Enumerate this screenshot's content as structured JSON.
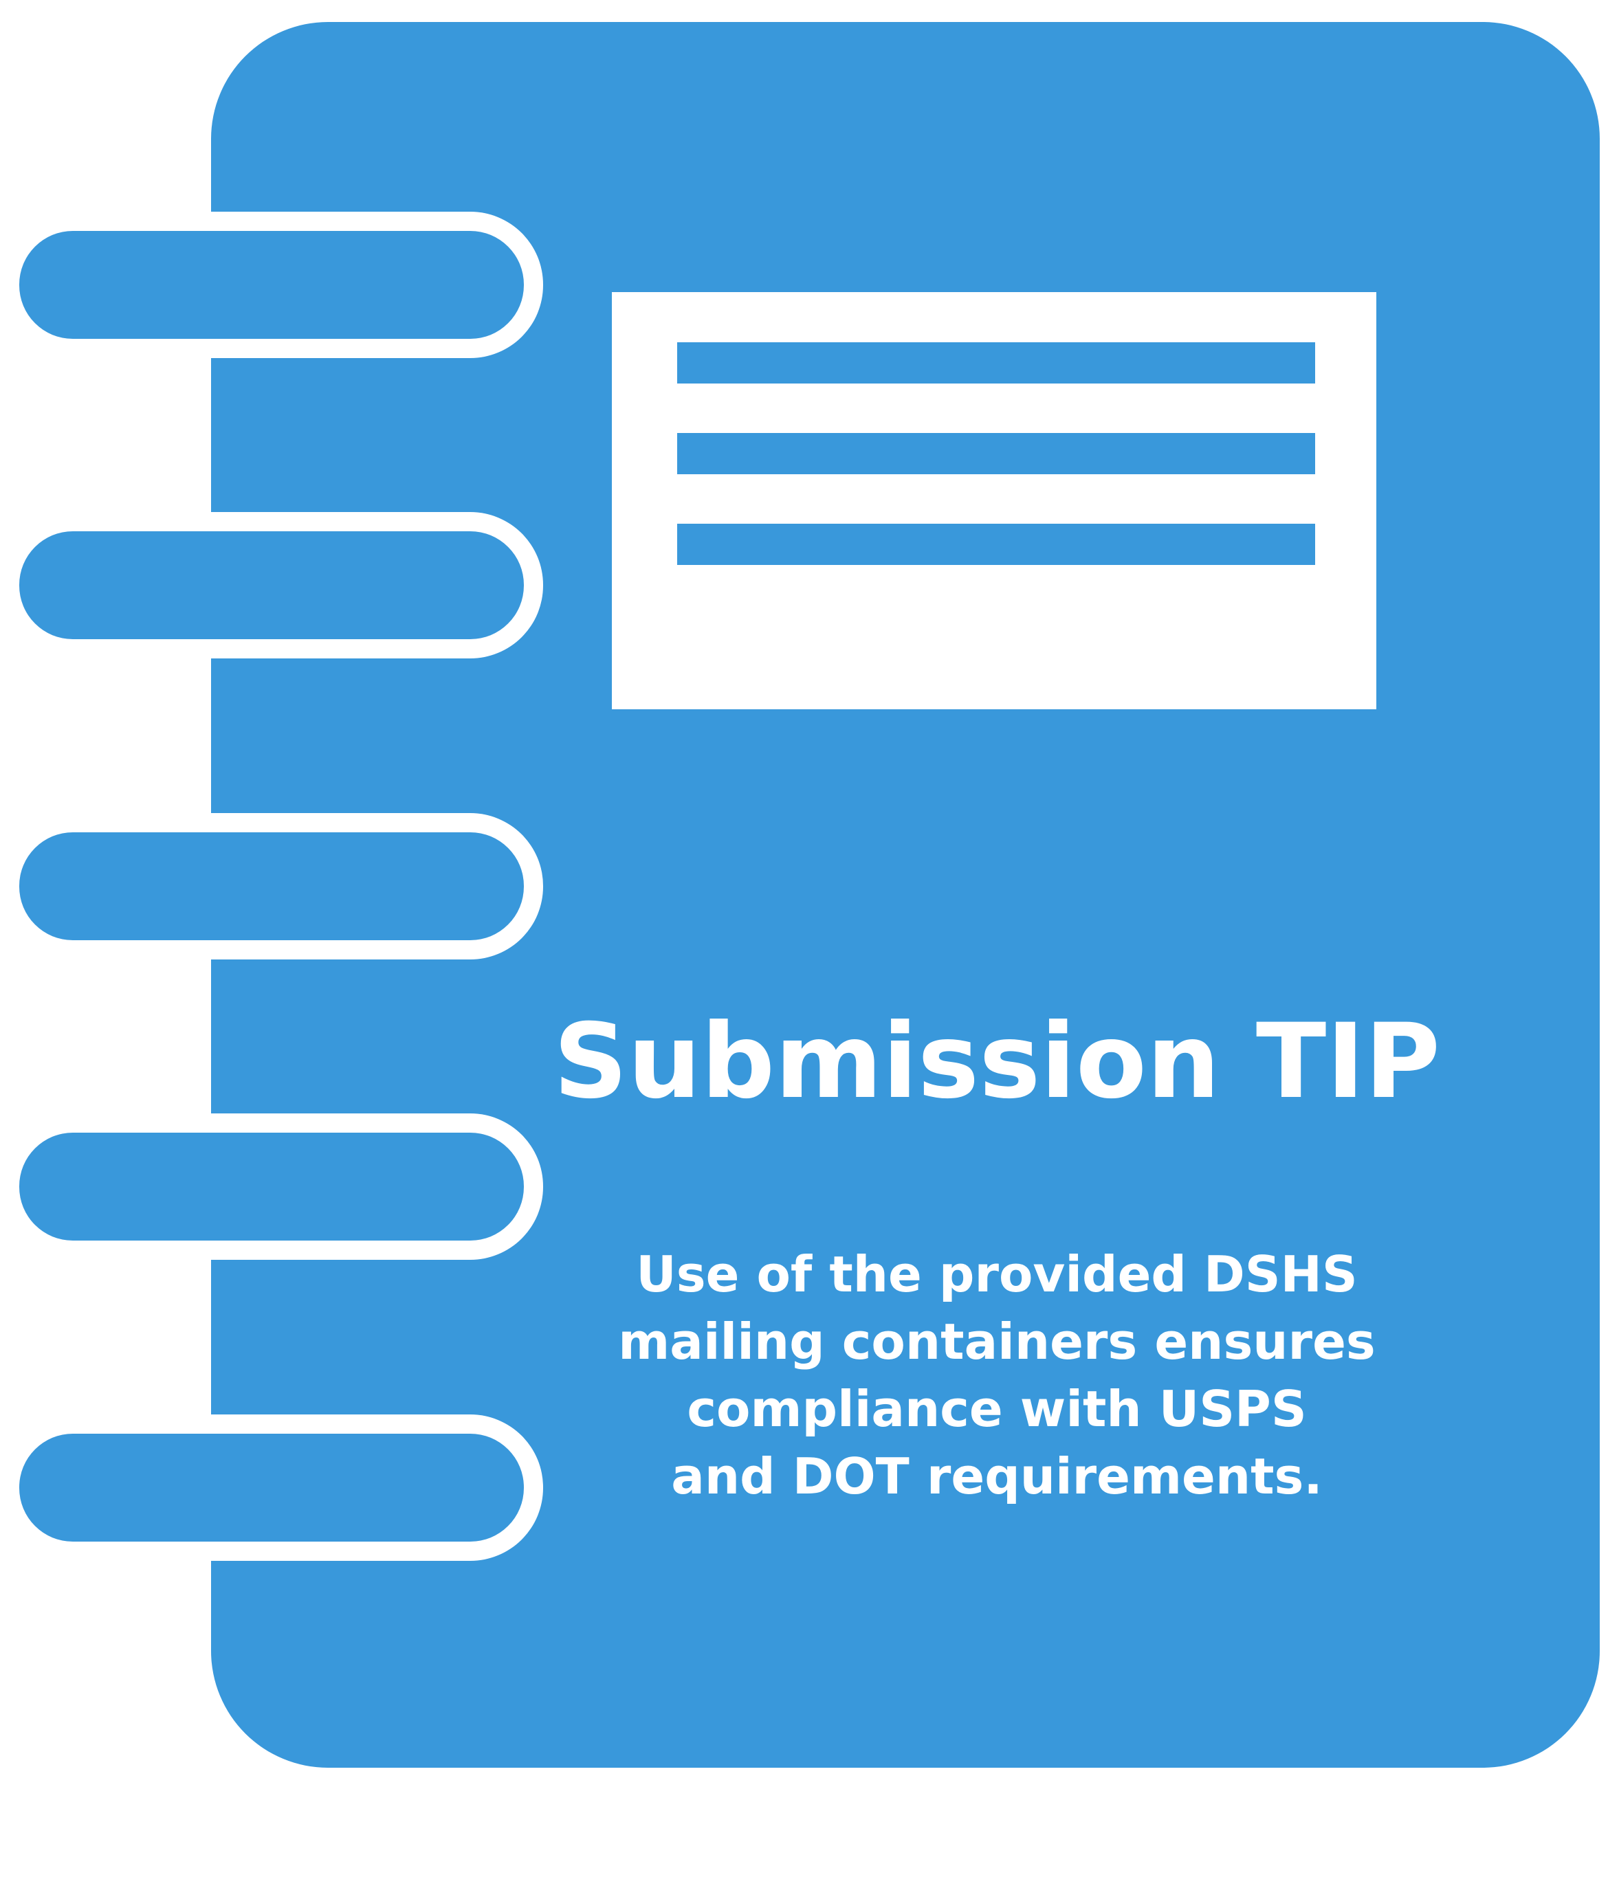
{
  "colors": {
    "primary": "#3998DB",
    "foreground": "#FFFFFF"
  },
  "icons": {
    "main": "spiral-notebook-icon",
    "label": "document-label-icon"
  },
  "tip": {
    "title": "Submission TIP",
    "lines": [
      "Use of the provided DSHS",
      "mailing containers ensures",
      "compliance with USPS",
      "and DOT requirements."
    ]
  }
}
